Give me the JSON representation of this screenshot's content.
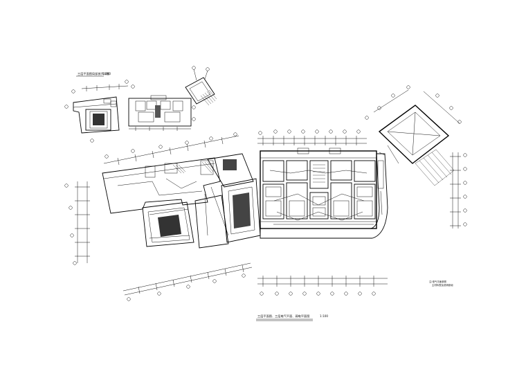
{
  "drawing": {
    "inset_title": "三层平面图局部放大详图",
    "inset_scale": "1:200",
    "main_title": "三层平面图、三层电气平面、弱电平面图",
    "main_scale": "1:100",
    "notes": [
      "注:电气平面参照",
      "主材料表及说明参阅"
    ]
  }
}
